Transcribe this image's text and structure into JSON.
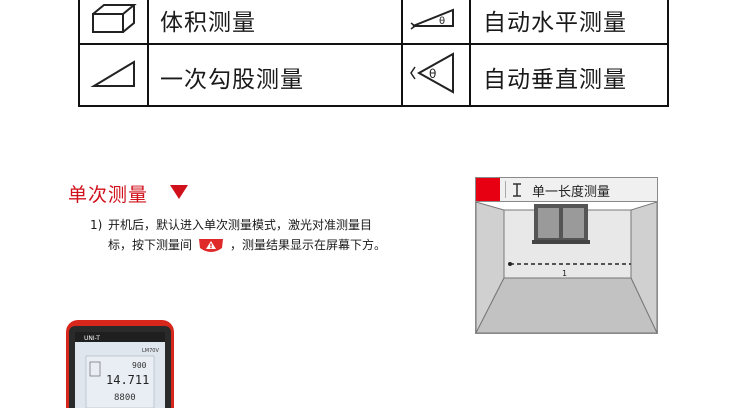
{
  "modes": [
    {
      "icon": "cube-volume-icon",
      "label": "体积测量"
    },
    {
      "icon": "level-angle-icon",
      "label": "自动水平测量",
      "symbol": "θ"
    },
    {
      "icon": "right-triangle-icon",
      "label": "一次勾股测量"
    },
    {
      "icon": "vertical-angle-icon",
      "label": "自动垂直测量",
      "symbol": "θ"
    }
  ],
  "section": {
    "title": "单次测量",
    "item_number": "1)",
    "line1": "开机后，默认进入单次测量模式，激光对准测量目",
    "line2_before": "标，按下测量间",
    "line2_after": "，测量结果显示在屏幕下方。",
    "button_icon": "laser-warning-icon"
  },
  "device": {
    "brand": "UNI-T",
    "model": "LM70V",
    "reading_top": "900",
    "reading_main": "14.711",
    "reading_bottom": "8800"
  },
  "diagram": {
    "title": "单一长度测量",
    "title_icon": "length-cursor-icon",
    "marker_label": "1"
  },
  "colors": {
    "accent": "#d0111b",
    "red_block": "#e60012",
    "device_red": "#d7261b"
  }
}
